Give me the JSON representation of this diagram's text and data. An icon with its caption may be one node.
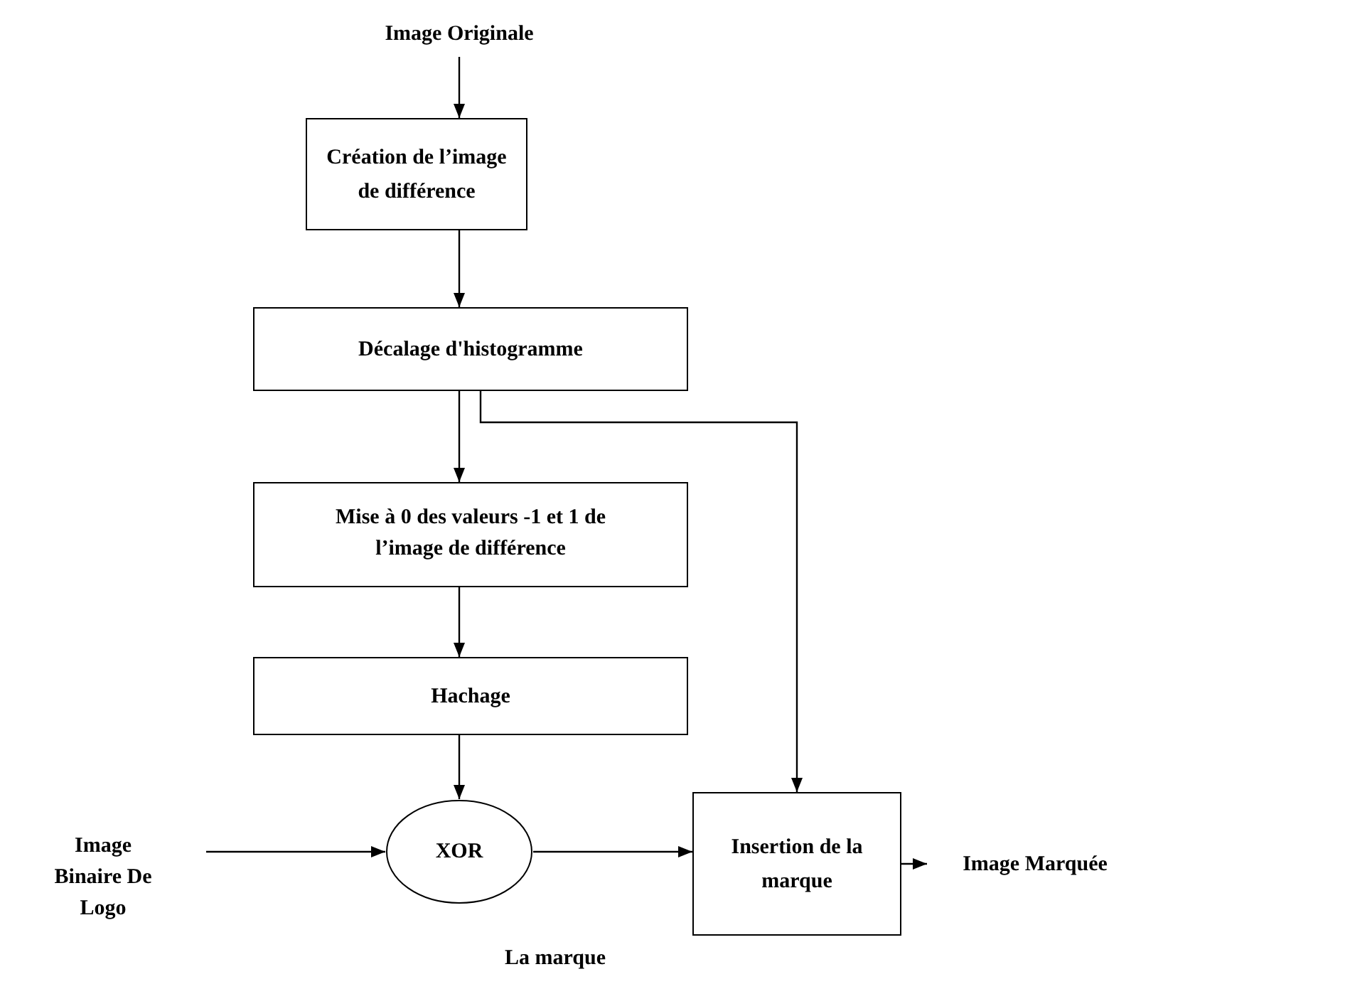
{
  "diagram": {
    "nodes": [
      {
        "text": [
          "Image Originale"
        ]
      },
      {
        "text": [
          "Création de l’image de différence"
        ]
      },
      {
        "text": [
          "Décalage d'histogramme"
        ]
      },
      {
        "text": [
          "Mise à 0 des valeurs -1 et 1 de l’image de différence"
        ]
      },
      {
        "text": [
          "Hachage"
        ]
      },
      {
        "text": [
          "XOR"
        ],
        "beside": [
          "La marque"
        ]
      },
      {
        "text": [
          "Image Binaire De Logo"
        ]
      },
      {
        "text": [
          "Insertion de la marque"
        ]
      },
      {
        "text": [
          "Image Marquée"
        ]
      }
    ],
    "edges": [
      {
        "from": 0,
        "to": 1,
        "arrow": "to"
      },
      {
        "from": 1,
        "to": 2,
        "arrow": "to"
      },
      {
        "from": 2,
        "to": 3,
        "arrow": "to"
      },
      {
        "from": 2,
        "to": 7,
        "arrow": "to"
      },
      {
        "from": 3,
        "to": 4,
        "arrow": "to"
      },
      {
        "from": 4,
        "to": 5,
        "arrow": "to"
      },
      {
        "from": 6,
        "to": 5,
        "arrow": "to"
      },
      {
        "from": 5,
        "to": 7,
        "arrow": "to"
      },
      {
        "from": 7,
        "to": 8,
        "arrow": "to"
      }
    ]
  }
}
